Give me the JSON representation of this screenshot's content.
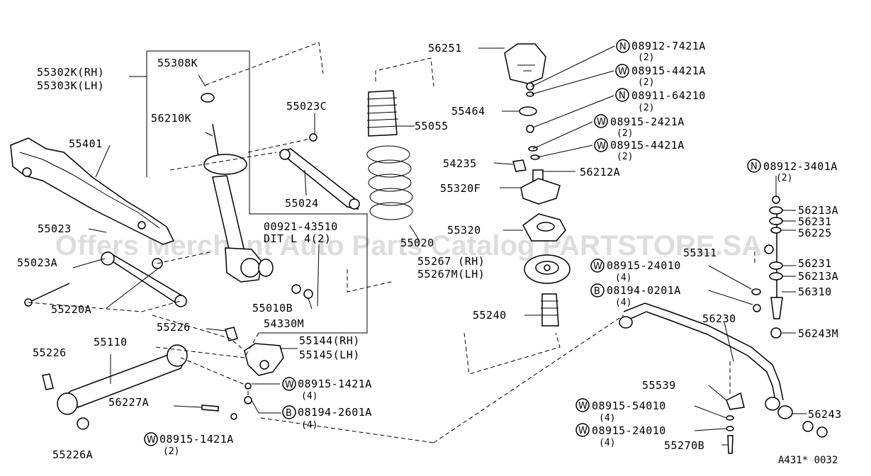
{
  "watermark": "Offers Merchant Auto Parts Catalog PARTSTORE.SA",
  "figure_code": "A431* 0032",
  "parts": {
    "p55302K": "55302K(RH)",
    "p55303K": "55303K(LH)",
    "p55308K": "55308K",
    "p56210K": "56210K",
    "p55401": "55401",
    "p55023C": "55023C",
    "p55024": "55024",
    "p55023": "55023",
    "p55023A": "55023A",
    "p55220A": "55220A",
    "p00921": "00921-43510",
    "p00921b": "DIT L 4(2)",
    "p55010B": "55010B",
    "p54330M": "54330M",
    "p55226a": "55226",
    "p55144": "55144(RH)",
    "p55145": "55145(LH)",
    "p55226b": "55226",
    "p55110": "55110",
    "p08915_1421A_a": "08915-1421A",
    "p08915_1421A_a_q": "(4)",
    "p56227A": "56227A",
    "p08194_2601A": "08194-2601A",
    "p08194_2601A_q": "(4)",
    "p08915_1421A_b": "08915-1421A",
    "p08915_1421A_b_q": "(2)",
    "p55226A": "55226A",
    "p56251": "56251",
    "p55055": "55055",
    "p55464": "55464",
    "p54235": "54235",
    "p55320F": "55320F",
    "p55020": "55020",
    "p55320": "55320",
    "p55267": "55267 (RH)",
    "p55267M": "55267M(LH)",
    "p55240": "55240",
    "p08912_7421A": "08912-7421A",
    "p08912_7421A_q": "(2)",
    "p08915_4421A_a": "08915-4421A",
    "p08915_4421A_a_q": "(2)",
    "p08911_64210": "08911-64210",
    "p08911_64210_q": "(2)",
    "p08915_2421A": "08915-2421A",
    "p08915_2421A_q": "(2)",
    "p08915_4421A_b": "08915-4421A",
    "p08915_4421A_b_q": "(2)",
    "p56212A": "56212A",
    "p08912_3401A": "08912-3401A",
    "p08912_3401A_q": "(2)",
    "p56213A_a": "56213A",
    "p56231_a": "56231",
    "p56225": "56225",
    "p55311": "55311",
    "p56231_b": "56231",
    "p56213A_b": "56213A",
    "p56310": "56310",
    "p08915_24010_a": "08915-24010",
    "p08915_24010_a_q": "(4)",
    "p08194_0201A": "08194-0201A",
    "p08194_0201A_q": "(4)",
    "p56230": "56230",
    "p56243M": "56243M",
    "p55539": "55539",
    "p08915_54010": "08915-54010",
    "p08915_54010_q": "(4)",
    "p08915_24010_b": "08915-24010",
    "p08915_24010_b_q": "(4)",
    "p55270B": "55270B",
    "p56243": "56243"
  },
  "symbols": {
    "nut": "N",
    "washer": "W",
    "bolt": "B"
  }
}
